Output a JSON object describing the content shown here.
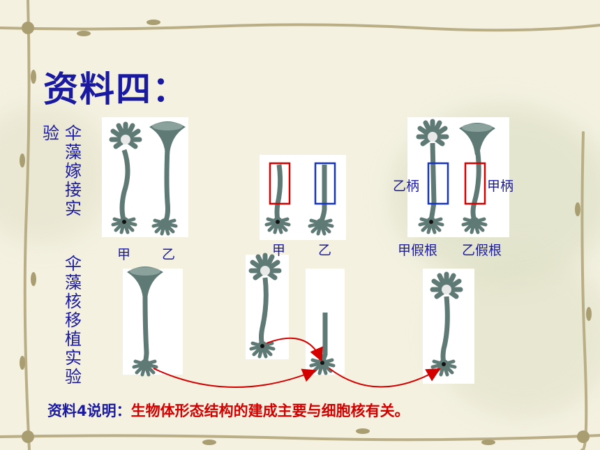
{
  "title": "资料四：",
  "experiment1": {
    "label_prefix": "验",
    "label_main": "伞藻嫁接实"
  },
  "experiment2": {
    "label": "伞藻核移植实验"
  },
  "labels": {
    "jia": "甲",
    "yi": "乙",
    "jia2": "甲",
    "yi2": "乙",
    "yi_stalk": "乙柄",
    "jia_stalk": "甲柄",
    "jia_rhizoid": "甲假根",
    "yi_rhizoid": "乙假根"
  },
  "footer": {
    "prefix": "资料4说明：",
    "text": "生物体形态结构的建成主要与细胞核有关。"
  },
  "colors": {
    "title": "#1a1aa0",
    "highlight_red": "#d40000",
    "highlight_blue": "#1533c8",
    "alga": "#5f7a74"
  }
}
